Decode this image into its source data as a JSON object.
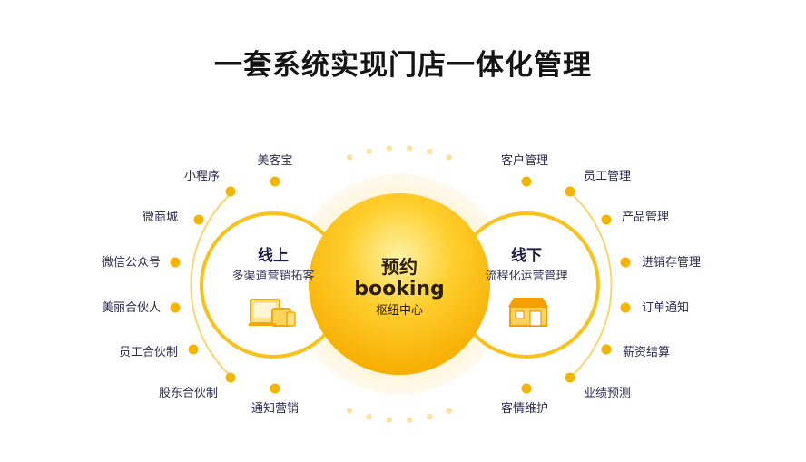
{
  "title": "一套系统实现门店一体化管理",
  "core": {
    "title": "预约",
    "subtitle": "booking",
    "caption": "枢纽中心"
  },
  "online": {
    "title": "线上",
    "subtitle": "多渠道营销拓客",
    "icon": "devices-icon"
  },
  "offline": {
    "title": "线下",
    "subtitle": "流程化运营管理",
    "icon": "store-icon"
  },
  "online_items": [
    "美客宝",
    "小程序",
    "微商城",
    "微信公众号",
    "美丽合伙人",
    "员工合伙制",
    "股东合伙制",
    "通知营销"
  ],
  "offline_items": [
    "客户管理",
    "员工管理",
    "产品管理",
    "进销存管理",
    "订单通知",
    "薪资结算",
    "业绩预测",
    "客情维护"
  ],
  "colors": {
    "accent": "#f5b400",
    "accent_light": "#fde9a8",
    "text": "#2b2b4e",
    "title": "#141414"
  }
}
